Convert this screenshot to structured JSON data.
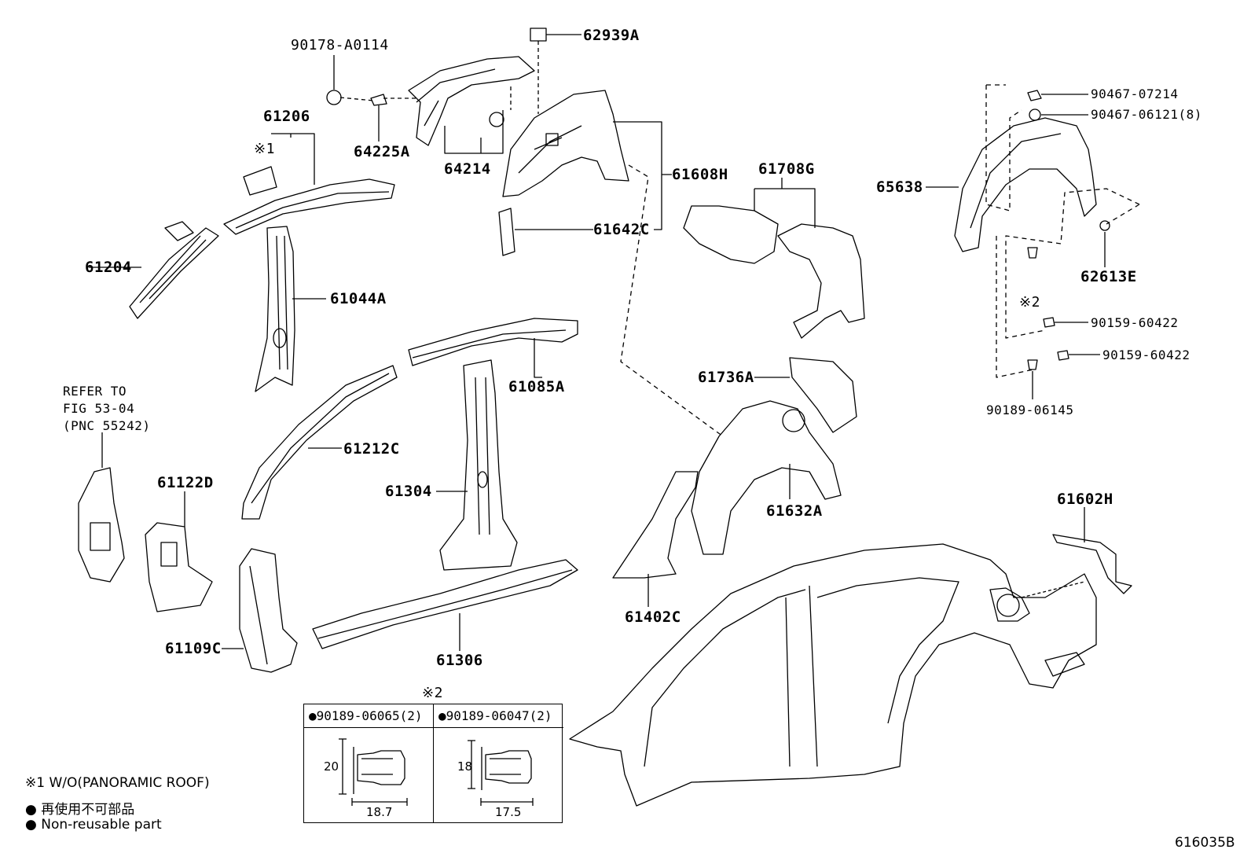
{
  "figure_id": "616035B",
  "part_labels": {
    "p90178": "90178-A0114",
    "p62939": "62939A",
    "p61206": "61206",
    "mark1": "※1",
    "p64225": "64225A",
    "p64214": "64214",
    "p61608": "61608H",
    "p61708": "61708G",
    "p61204": "61204",
    "p61044": "61044A",
    "p61642": "61642C",
    "p90467a": "90467-07214",
    "p90467b": "90467-06121(8)",
    "p65638": "65638",
    "p62613": "62613E",
    "mark2": "※2",
    "p90159a": "90159-60422",
    "p90159b": "90159-60422",
    "p90189": "90189-06145",
    "p61085": "61085A",
    "p61736": "61736A",
    "p61212": "61212C",
    "p61122": "61122D",
    "p61304": "61304",
    "p61632": "61632A",
    "p61602": "61602H",
    "p61402": "61402C",
    "p61109": "61109C",
    "p61306": "61306"
  },
  "refer_note": {
    "line1": "REFER TO",
    "line2": "FIG 53-04",
    "line3": "(PNC 55242)"
  },
  "clip_table": {
    "mark": "※2",
    "left": {
      "part": "●90189-06065(2)",
      "height": "20",
      "width": "18.7"
    },
    "right": {
      "part": "●90189-06047(2)",
      "height": "18",
      "width": "17.5"
    }
  },
  "legend": {
    "note1": "※1 W/O(PANORAMIC ROOF)",
    "bullet": "●",
    "jp": "再使用不可部品",
    "en": "Non-reusable part"
  }
}
